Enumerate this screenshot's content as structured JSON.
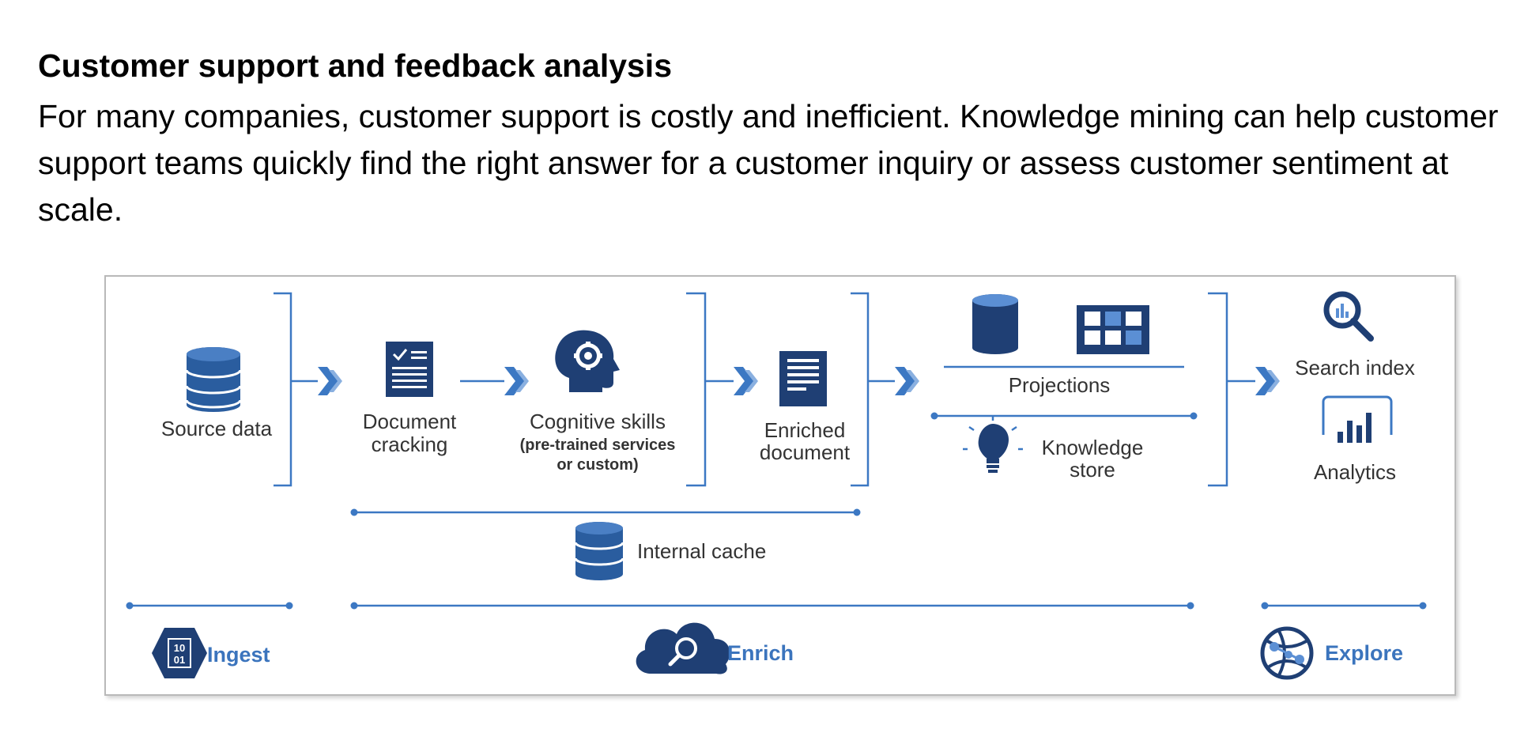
{
  "heading": "Customer support and feedback analysis",
  "paragraph": "For many companies, customer support is costly and inefficient. Knowledge mining can help customer support teams quickly find the right answer for a customer inquiry or assess customer sentiment at scale.",
  "colors": {
    "dark_navy": "#1f3f74",
    "blue": "#3c78c3",
    "light_blue": "#5b8fd4",
    "label_blue": "#3b74bd",
    "text": "#333333"
  },
  "diagram": {
    "source_data": "Source data",
    "document_cracking_1": "Document",
    "document_cracking_2": "cracking",
    "cognitive_skills": "Cognitive skills",
    "cognitive_sub_1": "(pre-trained services",
    "cognitive_sub_2": "or custom)",
    "enriched_1": "Enriched",
    "enriched_2": "document",
    "projections": "Projections",
    "knowledge_1": "Knowledge",
    "knowledge_2": "store",
    "search_index": "Search index",
    "analytics": "Analytics",
    "internal_cache": "Internal cache",
    "ingest": "Ingest",
    "enrich": "Enrich",
    "explore": "Explore",
    "binary_1": "10",
    "binary_2": "01"
  },
  "icons": [
    "database-icon",
    "checklist-document-icon",
    "head-gear-icon",
    "document-icon",
    "cylinder-icon",
    "grid-table-icon",
    "lightbulb-icon",
    "search-chart-icon",
    "analytics-chart-icon",
    "binary-hexagon-icon",
    "cloud-search-icon",
    "globe-network-icon",
    "chevron-arrow-icon"
  ]
}
